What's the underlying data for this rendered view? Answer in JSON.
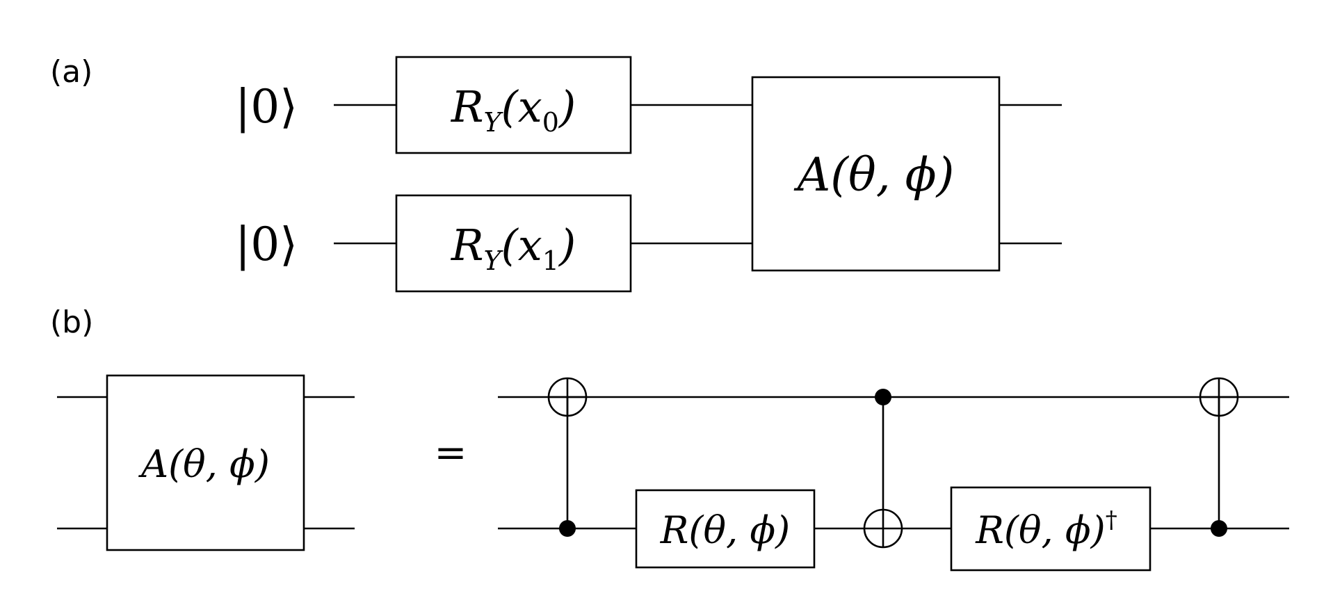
{
  "panel_a": {
    "label": "(a)",
    "inputs": [
      "|0⟩",
      "|0⟩"
    ],
    "gates": {
      "ry0": {
        "base": "R",
        "sub": "Y",
        "arg": "(x",
        "arg_sub": "0",
        "close": ")"
      },
      "ry1": {
        "base": "R",
        "sub": "Y",
        "arg": "(x",
        "arg_sub": "1",
        "close": ")"
      },
      "block": "A(θ, ϕ)"
    }
  },
  "panel_b": {
    "label": "(b)",
    "block": "A(θ, ϕ)",
    "equals": "=",
    "gate_r": "R(θ, ϕ)",
    "gate_r_dagger": {
      "base": "R(θ, ϕ)",
      "sup": "†"
    }
  }
}
